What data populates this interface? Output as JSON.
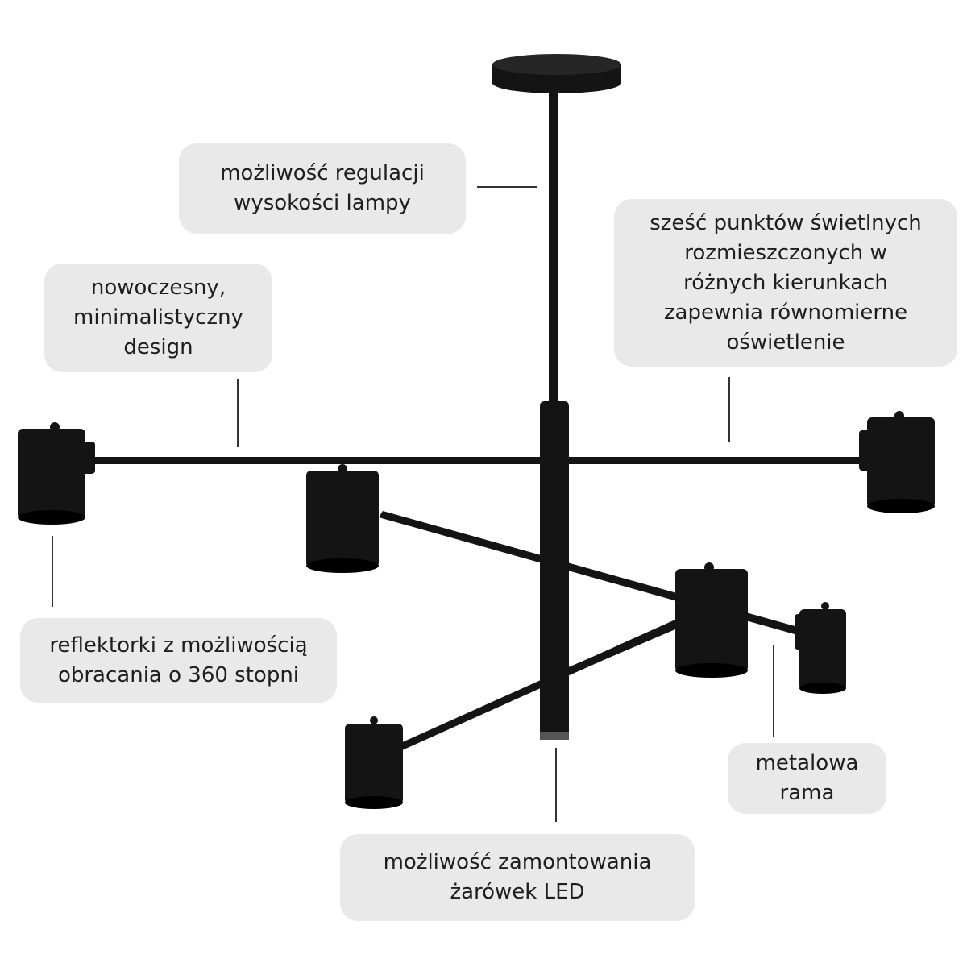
{
  "annotations": {
    "height": {
      "lines": [
        "możliwość regulacji",
        "wysokości lampy"
      ]
    },
    "points": {
      "lines": [
        "sześć punktów świetlnych",
        "rozmieszczonych w",
        "różnych kierunkach",
        "zapewnia równomierne",
        "oświetlenie"
      ]
    },
    "design": {
      "lines": [
        "nowoczesny,",
        "minimalistyczny",
        "design"
      ]
    },
    "spotlights": {
      "lines": [
        "reflektorki z możliwością",
        "obracania o 360 stopni"
      ]
    },
    "frame": {
      "lines": [
        "metalowa",
        "rama"
      ]
    },
    "led": {
      "lines": [
        "możliwość zamontowania",
        "żarówek LED"
      ]
    }
  },
  "colors": {
    "label_bg": "#e9e9e9",
    "lamp": "#141414",
    "text": "#1e1e1e"
  }
}
